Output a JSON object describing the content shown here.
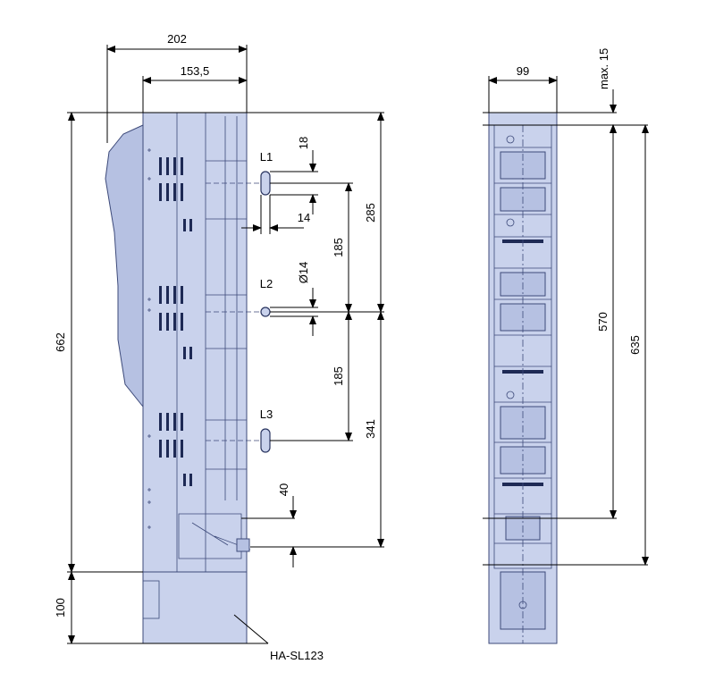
{
  "labels": {
    "w202": "202",
    "w153": "153,5",
    "w99": "99",
    "max15": "max. 15",
    "h662": "662",
    "h100": "100",
    "d18": "18",
    "d14": "14",
    "d185a": "185",
    "d185b": "185",
    "h285": "285",
    "h341": "341",
    "d40": "40",
    "dia14": "Ø14",
    "h570": "570",
    "h635": "635",
    "l1": "L1",
    "l2": "L2",
    "l3": "L3",
    "model": "HA-SL123"
  },
  "colors": {
    "body": "#c9d2ec",
    "outline": "#3d4a7a"
  }
}
